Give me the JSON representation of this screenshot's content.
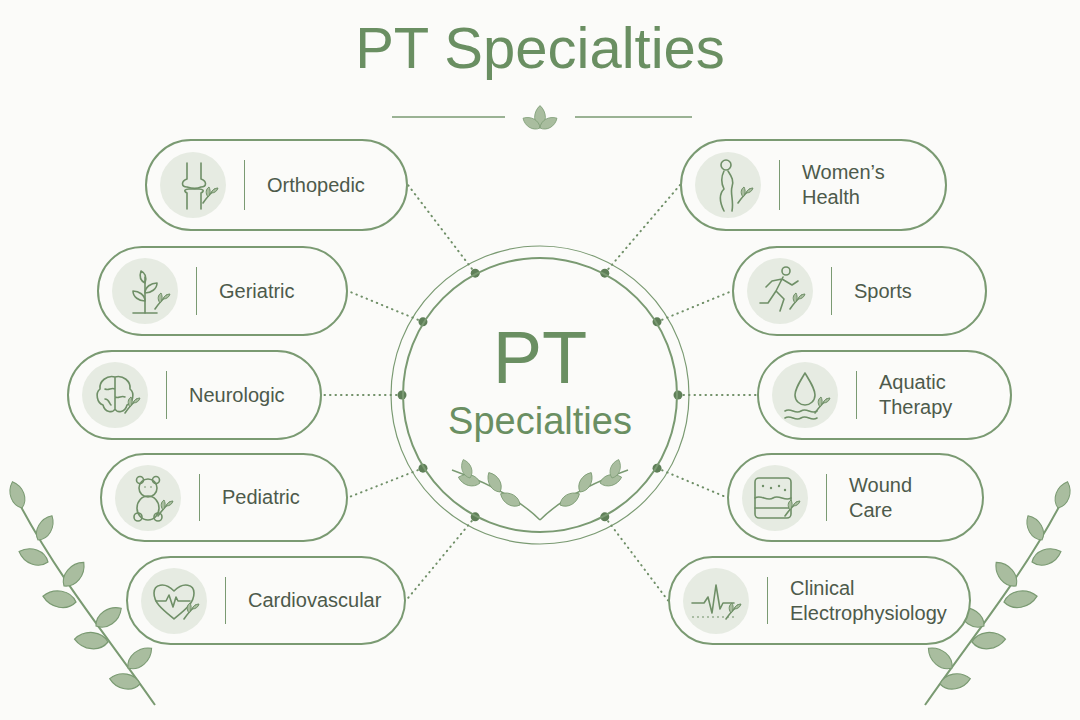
{
  "diagram": {
    "title": "PT Specialties",
    "nodes": [
      {
        "text": [
          "PT",
          "Specialties"
        ]
      },
      {
        "text": [
          "Orthopedic"
        ]
      },
      {
        "text": [
          "Geriatric"
        ]
      },
      {
        "text": [
          "Neurologic"
        ]
      },
      {
        "text": [
          "Pediatric"
        ]
      },
      {
        "text": [
          "Cardiovascular"
        ]
      },
      {
        "text": [
          "Women’s Health"
        ]
      },
      {
        "text": [
          "Sports"
        ]
      },
      {
        "text": [
          "Aquatic Therapy"
        ]
      },
      {
        "text": [
          "Wound Care"
        ]
      },
      {
        "text": [
          "Clinical Electrophysiology"
        ]
      }
    ],
    "edges": [
      {
        "from": 0,
        "to": 1,
        "arrow": "none"
      },
      {
        "from": 0,
        "to": 2,
        "arrow": "none"
      },
      {
        "from": 0,
        "to": 3,
        "arrow": "none"
      },
      {
        "from": 0,
        "to": 4,
        "arrow": "none"
      },
      {
        "from": 0,
        "to": 5,
        "arrow": "none"
      },
      {
        "from": 0,
        "to": 6,
        "arrow": "none"
      },
      {
        "from": 0,
        "to": 7,
        "arrow": "none"
      },
      {
        "from": 0,
        "to": 8,
        "arrow": "none"
      },
      {
        "from": 0,
        "to": 9,
        "arrow": "none"
      },
      {
        "from": 0,
        "to": 10,
        "arrow": "none"
      }
    ]
  }
}
